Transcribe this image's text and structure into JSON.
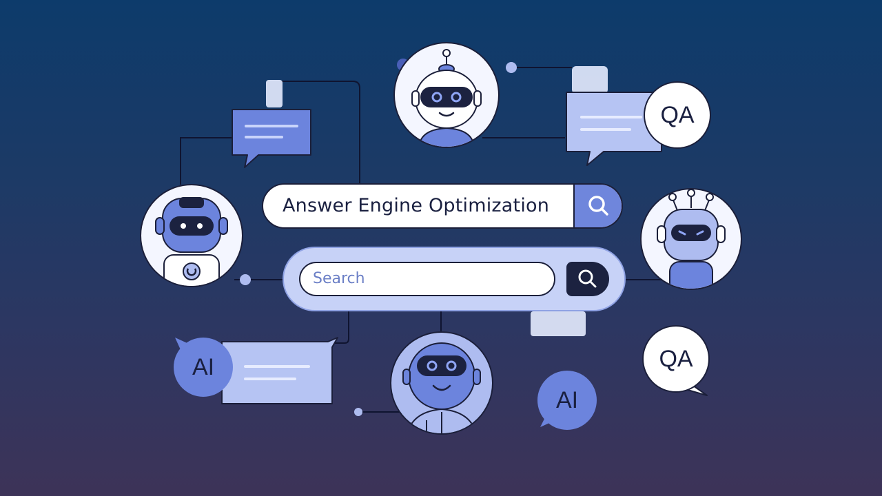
{
  "headline_search": {
    "text": "Answer Engine Optimization",
    "button_icon": "search-icon"
  },
  "search_box": {
    "placeholder": "Search",
    "button_icon": "search-icon"
  },
  "bubbles": {
    "qa_top": "QA",
    "qa_bottom": "QA",
    "ai_left": "AI",
    "ai_bottom": "AI"
  },
  "colors": {
    "background_top": "#0d3b6b",
    "background_bottom": "#3d3358",
    "accent_blue": "#6f86dc",
    "light_blue": "#c7d2f7",
    "outline": "#1b1f3a"
  }
}
